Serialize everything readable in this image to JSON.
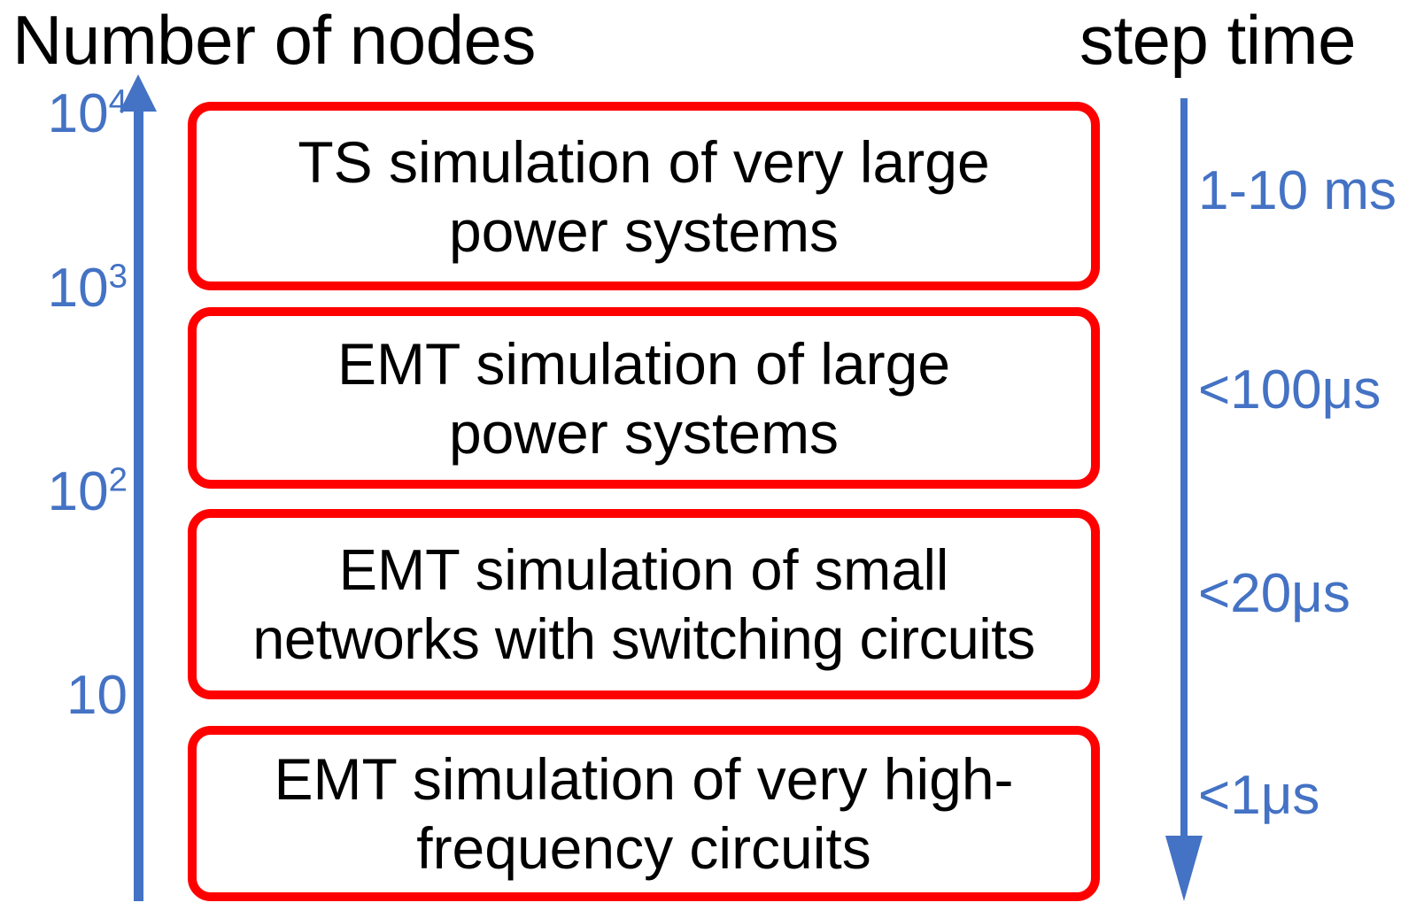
{
  "figure": {
    "left_axis_title": "Number of nodes",
    "right_axis_title": "step time",
    "accent_blue": "#4472C4",
    "box_red": "#FF0000",
    "text_black": "#000000",
    "background": "#FFFFFF"
  },
  "left_axis": {
    "direction": "up",
    "ticks": [
      {
        "base": "10",
        "exponent": "4",
        "value": 10000
      },
      {
        "base": "10",
        "exponent": "3",
        "value": 1000
      },
      {
        "base": "10",
        "exponent": "2",
        "value": 100
      },
      {
        "base": "10",
        "exponent": "",
        "value": 10
      }
    ]
  },
  "right_axis": {
    "direction": "down",
    "labels": [
      "1-10 ms",
      "<100μs",
      "<20μs",
      "<1μs"
    ]
  },
  "boxes": [
    {
      "id": "ts-very-large",
      "lines": [
        "TS simulation of very large",
        "power systems"
      ],
      "step_time": "1-10 ms",
      "node_range": "10^3 - 10^4"
    },
    {
      "id": "emt-large",
      "lines": [
        "EMT simulation of large",
        "power systems"
      ],
      "step_time": "<100μs",
      "node_range": "10^2 - 10^3"
    },
    {
      "id": "emt-small-switching",
      "lines": [
        "EMT simulation of small",
        "networks with switching circuits"
      ],
      "step_time": "<20μs",
      "node_range": "10 - 10^2"
    },
    {
      "id": "emt-very-high-frequency",
      "lines": [
        "EMT simulation of very high-",
        "frequency circuits"
      ],
      "step_time": "<1μs",
      "node_range": "< 10"
    }
  ]
}
